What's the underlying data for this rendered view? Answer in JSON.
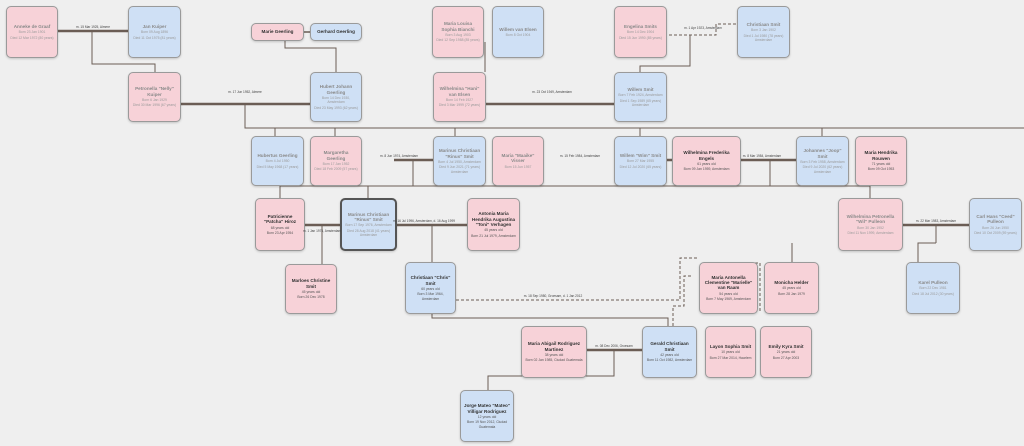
{
  "people": {
    "anneke": {
      "name": "Anneke de Graaf",
      "l1": "Born 23 Jan 1901",
      "l2": "Died 12 Mar 1972 (80 years)"
    },
    "jan": {
      "name": "Jan Kuiper",
      "l1": "Born 09 Aug 1896",
      "l2": "Died 11 Oct 1975 (81 years)"
    },
    "marie": {
      "name": "Marie Geerling",
      "l1": "",
      "l2": ""
    },
    "gerhard": {
      "name": "Gerhard Geerling",
      "l1": "",
      "l2": ""
    },
    "maria_louisa": {
      "name": "Maria Louisa Sophia Bianchi",
      "l1": "Born 3 Aug 1903",
      "l2": "Died 12 Sep 1988 (85 years)"
    },
    "willem_elsen": {
      "name": "Willem van Elsen",
      "l1": "Born 8 Oct 1904",
      "l2": ""
    },
    "engelina": {
      "name": "Engelina Smits",
      "l1": "Born 14 Dec 1904",
      "l2": "Died 15 Jun 1990 (85 years)"
    },
    "christiaan_sr": {
      "name": "Christiaan Smit",
      "l1": "Born 3 Jan 1902",
      "l2": "Died 1 Jul 1980 (78 years) Amsterdam"
    },
    "petronella": {
      "name": "Petronella \"Nelly\" Kuiper",
      "l1": "Born 6 Jan 1929",
      "l2": "Died 30 Mar 1996 (67 years)"
    },
    "hubert": {
      "name": "Hubert Johann Geerling",
      "l1": "Born 14 Dec 1930, Amsterdam",
      "l2": "Died 23 May 1993 (62 years)"
    },
    "wilhelmina_elsen": {
      "name": "Wilhelmina \"Hani\" van Elsen",
      "l1": "Born 14 Feb 1927",
      "l2": "Died 3 Mar 1999 (72 years)"
    },
    "willem_smit": {
      "name": "Willem Smit",
      "l1": "Born 7 Feb 1924, Amsterdam",
      "l2": "Died 1 Sep 1989 (65 years) Amsterdam"
    },
    "hubertus": {
      "name": "Hubertus Geerling",
      "l1": "Born 4 Jul 1950",
      "l2": "Died 5 May 1968 (17 years)"
    },
    "margaretha": {
      "name": "Margaretha Geerling",
      "l1": "Born 17 Jan 1952",
      "l2": "Died 18 Feb 2009 (57 years)"
    },
    "marinus_sr": {
      "name": "Marinus Christiaan \"Rinus\" Smit",
      "l1": "Born 4 Jul 1950, Amsterdam",
      "l2": "Died 9 Jun 2021 (71 years) Amsterdam"
    },
    "maria_maaike": {
      "name": "Maria \"Maaike\" Visser",
      "l1": "Born 15 Jun 1957",
      "l2": ""
    },
    "willem_wim": {
      "name": "Willem \"Wim\" Smit",
      "l1": "Born 27 Mar 1955",
      "l2": "Died 12 Jul 2020 (65 years)"
    },
    "wilhelmina_engels": {
      "name": "Wilhelmina Frederika Engels",
      "l1": "61 years old",
      "l2": "Born 09 Jan 1959, Amsterdam"
    },
    "johannes": {
      "name": "Johannes \"Joop\" Smit",
      "l1": "Born 3 Feb 1958, Amsterdam",
      "l2": "Died 9 Jul 2020 (62 years) Amsterdam"
    },
    "maria_rouwen": {
      "name": "Maria Hendrika Rouwen",
      "l1": "71 years old",
      "l2": "Born 09 Oct 1953"
    },
    "patricia": {
      "name": "Patricienne \"Patcha\" Hiroz",
      "l1": "68 years old",
      "l2": "Born 23 Apr 1954"
    },
    "marinus_focus": {
      "name": "Marinus Christiaan \"Rinus\" Smit",
      "l1": "Born 17 Sep 1976, Amsterdam",
      "l2": "Died 28 Aug 2018 (41 years) Amsterdam"
    },
    "antonia": {
      "name": "Antonia Maria Hendrika Augustina \"Toni\" Verhagen",
      "l1": "45 years old",
      "l2": "Born 21 Jul 1979, Amsterdam"
    },
    "wilhelmina_pulle": {
      "name": "Wilhelmina Petronella \"Wil\" Pulleon",
      "l1": "Born 30 Jan 1952",
      "l2": "Died 11 Nov 1999, Amsterdam"
    },
    "carl": {
      "name": "Carl Hans \"Ceed\" Pulleon",
      "l1": "Born 26 Jun 1950",
      "l2": "Died 10 Oct 2009 (59 years)"
    },
    "marloes": {
      "name": "Marloes Christine Smit",
      "l1": "45 years old",
      "l2": "Born 26 Dec 1978"
    },
    "christiaan_chris": {
      "name": "Christiaan \"Chris\" Smit",
      "l1": "60 years old",
      "l2": "Born 3 Mar 1964, Amsterdam"
    },
    "maria_antonella": {
      "name": "Maria Antonella Clementine \"Marielle\" van Raam",
      "l1": "54 years old",
      "l2": "Born 7 May 1969, Amsterdam"
    },
    "monicha": {
      "name": "Monicha Helder",
      "l1": "45 years old",
      "l2": "Born 28 Jan 1979"
    },
    "karel": {
      "name": "Karel Pulleon",
      "l1": "Born 22 Dec 1981",
      "l2": "Died 18 Jul 2012 (30 years)"
    },
    "maria_abigail": {
      "name": "Maria Abigail Rodriguez Martinez",
      "l1": "38 years old",
      "l2": "Born 02 Jan 1985, Ciudad Guatemala"
    },
    "gerald": {
      "name": "Gerald Christiaan Smit",
      "l1": "42 years old",
      "l2": "Born 11 Oct 1982, Amsterdam"
    },
    "layon": {
      "name": "Layon Sophia Smit",
      "l1": "10 years old",
      "l2": "Born 27 Mar 2014, Haarlem"
    },
    "emily": {
      "name": "Emily Kyra Smit",
      "l1": "21 years old",
      "l2": "Born 27 Apr 2003"
    },
    "jorge": {
      "name": "Jorge Mateo \"Mateo\" Villigar Rodriguez",
      "l1": "12 years old",
      "l2": "Born 19 Nov 2012, Ciudad Guatemala"
    }
  },
  "labels": {
    "m_kuiper": "m. 15 Mar 1925, Almere",
    "m_smit_sr": "m. 1 Apr 1923, Amsterdam",
    "m_geerling": "m. 17 Jun 1952, Almere",
    "m_elsen_smit": "m. 23 Oct 1949, Amsterdam",
    "m_marinus_sr": "m. 8 Jun 1974, Amsterdam",
    "m_wim": "m. 15 Feb 1984, Amsterdam",
    "m_joop": "m. 8 Mar 1984, Amsterdam",
    "m_patricia": "m. 1 Jan 1976, Amsterdam",
    "m_focus_antonia": "m. 16 Jul 1996, Amsterdam, d. 16 Aug 1999",
    "m_pulleon": "m. 22 Mar 1983, Amsterdam",
    "m_chris": "m. 18 Sep 1980, Groesam, d. 1 Jan 2012",
    "m_gerald": "m. 08 Dec 2006, Groesam"
  }
}
